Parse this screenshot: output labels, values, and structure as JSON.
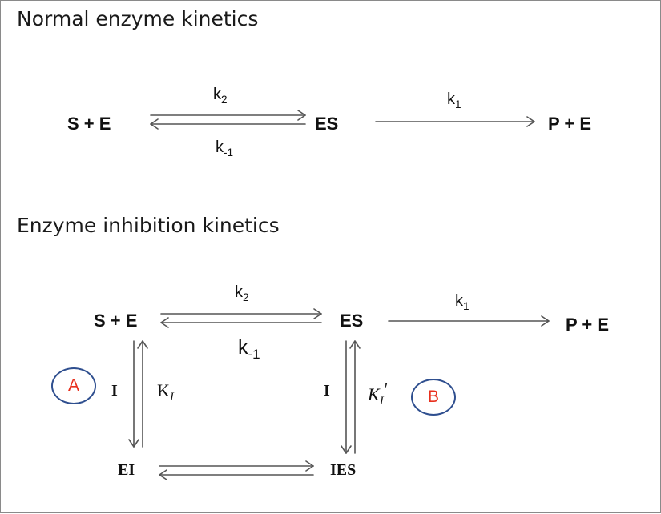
{
  "normal": {
    "title": "Normal enzyme kinetics",
    "left": "S + E",
    "mid": "ES",
    "right": "P + E",
    "forward": {
      "base": "k",
      "sub": "2"
    },
    "reverse": {
      "base": "k",
      "sub": "-1"
    },
    "product": {
      "base": "k",
      "sub": "1"
    }
  },
  "inhibition": {
    "title": "Enzyme inhibition kinetics",
    "left": "S + E",
    "mid": "ES",
    "right": "P + E",
    "forward": {
      "base": "k",
      "sub": "2"
    },
    "reverse": {
      "base": "k",
      "sub": "-1"
    },
    "product": {
      "base": "k",
      "sub": "1"
    },
    "inhibitor_left": "I",
    "inhibitor_right": "I",
    "ki_left": {
      "base": "K",
      "sub": "I"
    },
    "ki_right": {
      "base": "K",
      "sub": "I",
      "sup": "'"
    },
    "ei": "EI",
    "ies": "IES",
    "badge_a": "A",
    "badge_b": "B"
  },
  "colors": {
    "badge_border": "#2f4f8f",
    "badge_text": "#e8301e",
    "arrow": "#555555"
  }
}
